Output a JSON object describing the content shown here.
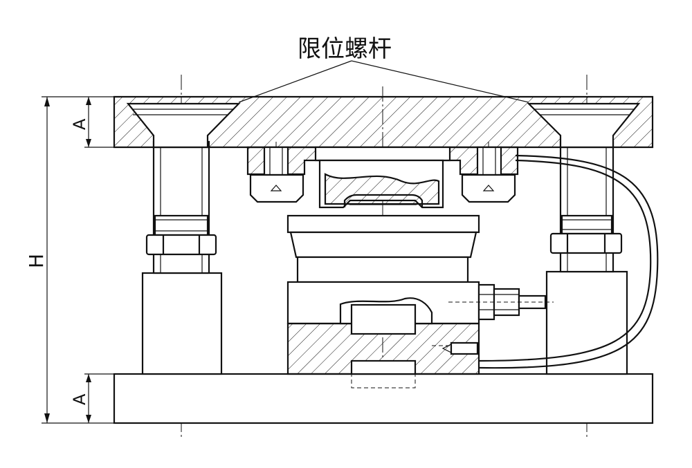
{
  "diagram": {
    "callout_label": "限位螺杆",
    "dimension_height_label": "H",
    "dimension_top_plate_label": "A",
    "dimension_base_plate_label": "A"
  },
  "colors": {
    "line": "#111111",
    "background": "#ffffff"
  }
}
